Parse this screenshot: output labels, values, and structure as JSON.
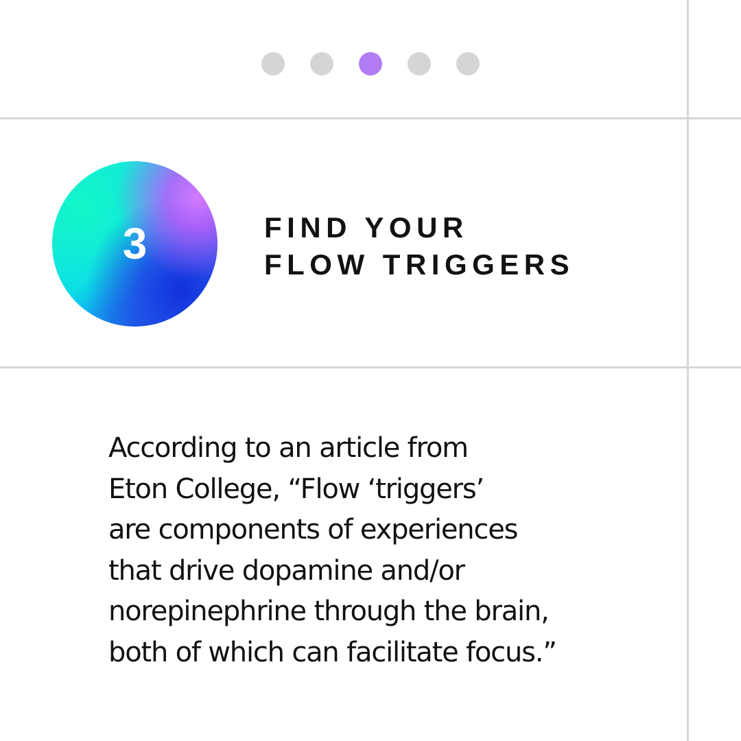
{
  "pagination": {
    "total": 5,
    "active_index": 2,
    "active_color": "#b17cf3",
    "inactive_color": "#d4d5d7"
  },
  "step": {
    "number": "3",
    "heading_lines": [
      "FIND YOUR",
      "FLOW TRIGGERS"
    ]
  },
  "body": {
    "lines": [
      "According to an article from",
      "Eton College, “Flow ‘triggers’",
      "are components of experiences",
      "that drive dopamine and/or",
      "norepinephrine through the brain,",
      "both of which can facilitate focus.”"
    ]
  }
}
